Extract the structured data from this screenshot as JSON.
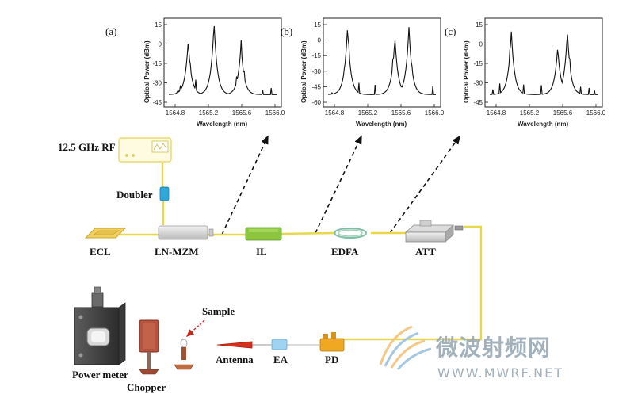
{
  "plots": [
    {
      "panel_label": "(a)",
      "ylabel": "Optical Power (dBm)",
      "xlabel": "Wavelength (nm)",
      "xticks": [
        "1564.8",
        "1565.2",
        "1565.6",
        "1566.0"
      ],
      "yticks": [
        "15",
        "0",
        "-15",
        "-30",
        "-45"
      ]
    },
    {
      "panel_label": "(b)",
      "ylabel": "Optical Power (dBm)",
      "xlabel": "Wavelength (nm)",
      "xticks": [
        "1564.8",
        "1565.2",
        "1565.6",
        "1566.0"
      ],
      "yticks": [
        "15",
        "0",
        "-15",
        "-30",
        "-45",
        "-60"
      ]
    },
    {
      "panel_label": "(c)",
      "ylabel": "Optical Power (dBm)",
      "xlabel": "Wavelength (nm)",
      "xticks": [
        "1564.8",
        "1565.2",
        "1565.6",
        "1566.0"
      ],
      "yticks": [
        "15",
        "0",
        "-15",
        "-30",
        "-45"
      ]
    }
  ],
  "components": {
    "rf_source": "12.5 GHz RF",
    "doubler": "Doubler",
    "ecl": "ECL",
    "mzm": "LN-MZM",
    "il": "IL",
    "edfa": "EDFA",
    "att": "ATT",
    "power_meter": "Power meter",
    "chopper": "Chopper",
    "sample": "Sample",
    "antenna": "Antenna",
    "ea": "EA",
    "pd": "PD"
  },
  "watermark": {
    "cn": "微波射频网",
    "en": "WWW.MWRF.NET"
  },
  "colors": {
    "fiber": "#e6d84a",
    "il_green": "#8cc63f",
    "doubler_blue": "#2fa7d8",
    "ea_blue": "#9fd3ef",
    "pd_orange": "#f0a822",
    "antenna_red": "#d9301c",
    "chopper_brown": "#b5533c",
    "watermark": "#9aa9b6"
  }
}
